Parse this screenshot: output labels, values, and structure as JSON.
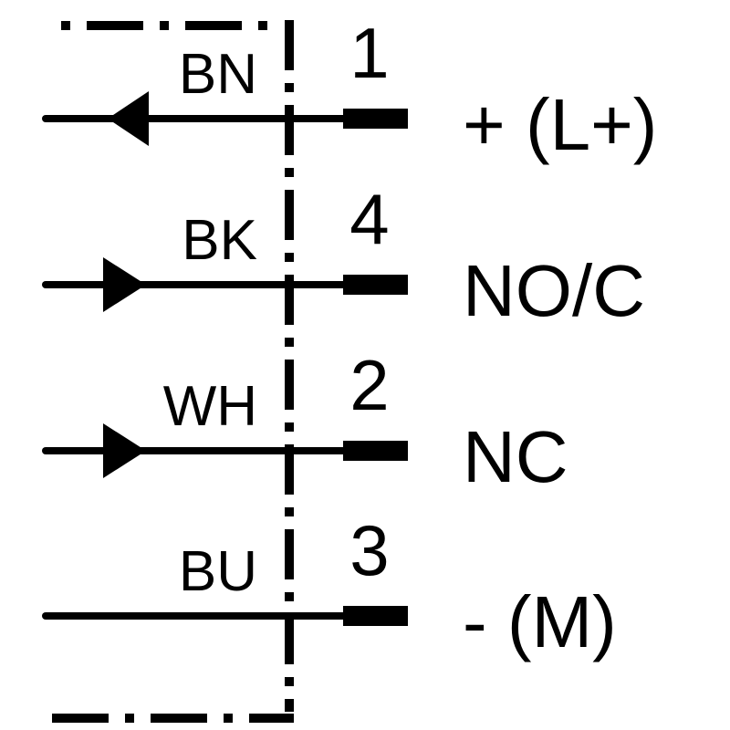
{
  "colors": {
    "line": "#000000",
    "background": "#ffffff"
  },
  "wires": [
    {
      "wire_color": "BN",
      "pin": "1",
      "signal": "+ (L+)",
      "arrow": "left"
    },
    {
      "wire_color": "BK",
      "pin": "4",
      "signal": "NO/C",
      "arrow": "right"
    },
    {
      "wire_color": "WH",
      "pin": "2",
      "signal": "NC",
      "arrow": "right"
    },
    {
      "wire_color": "BU",
      "pin": "3",
      "signal": "- (M)",
      "arrow": "none"
    }
  ]
}
